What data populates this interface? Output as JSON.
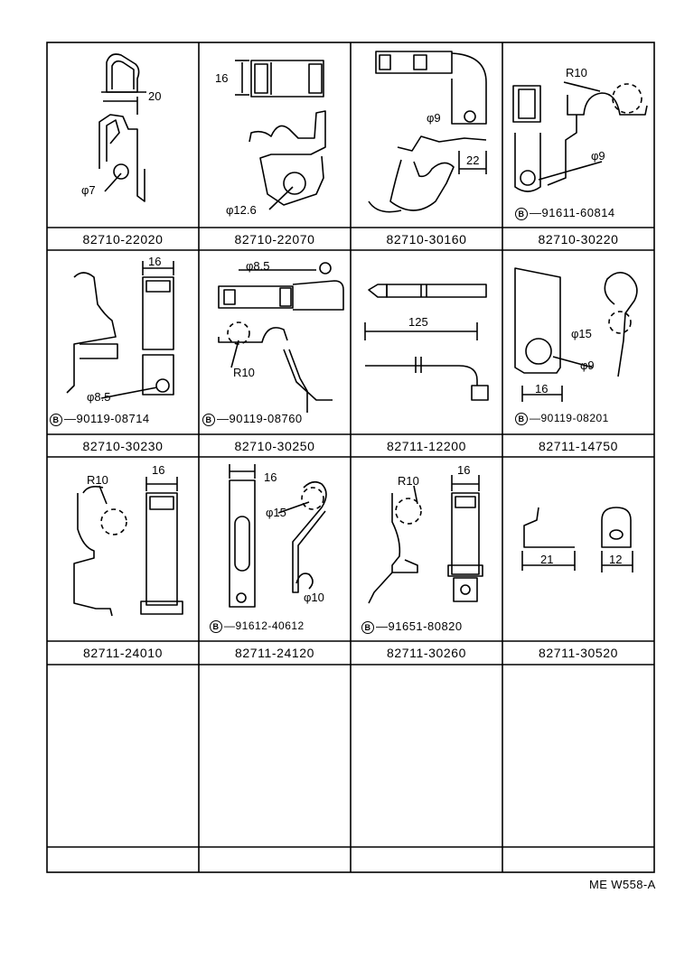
{
  "reference_code": "ME  W558-A",
  "cells": [
    {
      "part_no": "82710-22020",
      "dims": [
        "20",
        "φ7"
      ]
    },
    {
      "part_no": "82710-22070",
      "dims": [
        "16",
        "φ12.6"
      ]
    },
    {
      "part_no": "82710-30160",
      "dims": [
        "φ9",
        "22"
      ]
    },
    {
      "part_no": "82710-30220",
      "dims": [
        "R10",
        "φ9"
      ],
      "bolt": "91611-60814"
    },
    {
      "part_no": "82710-30230",
      "dims": [
        "16",
        "φ8.5"
      ],
      "bolt": "90119-08714"
    },
    {
      "part_no": "82710-30250",
      "dims": [
        "φ8.5",
        "R10"
      ],
      "bolt": "90119-08760"
    },
    {
      "part_no": "82711-12200",
      "dims": [
        "125"
      ]
    },
    {
      "part_no": "82711-14750",
      "dims": [
        "φ15",
        "φ9",
        "16"
      ],
      "bolt": "90119-08201"
    },
    {
      "part_no": "82711-24010",
      "dims": [
        "R10",
        "16"
      ]
    },
    {
      "part_no": "82711-24120",
      "dims": [
        "16",
        "φ15",
        "φ10"
      ],
      "bolt": "91612-40612"
    },
    {
      "part_no": "82711-30260",
      "dims": [
        "R10",
        "16"
      ],
      "bolt": "91651-80820"
    },
    {
      "part_no": "82711-30520",
      "dims": [
        "21",
        "12"
      ]
    }
  ],
  "colors": {
    "ink": "#000000",
    "paper": "#ffffff"
  },
  "icons": [
    "bolt-symbol-icon"
  ]
}
